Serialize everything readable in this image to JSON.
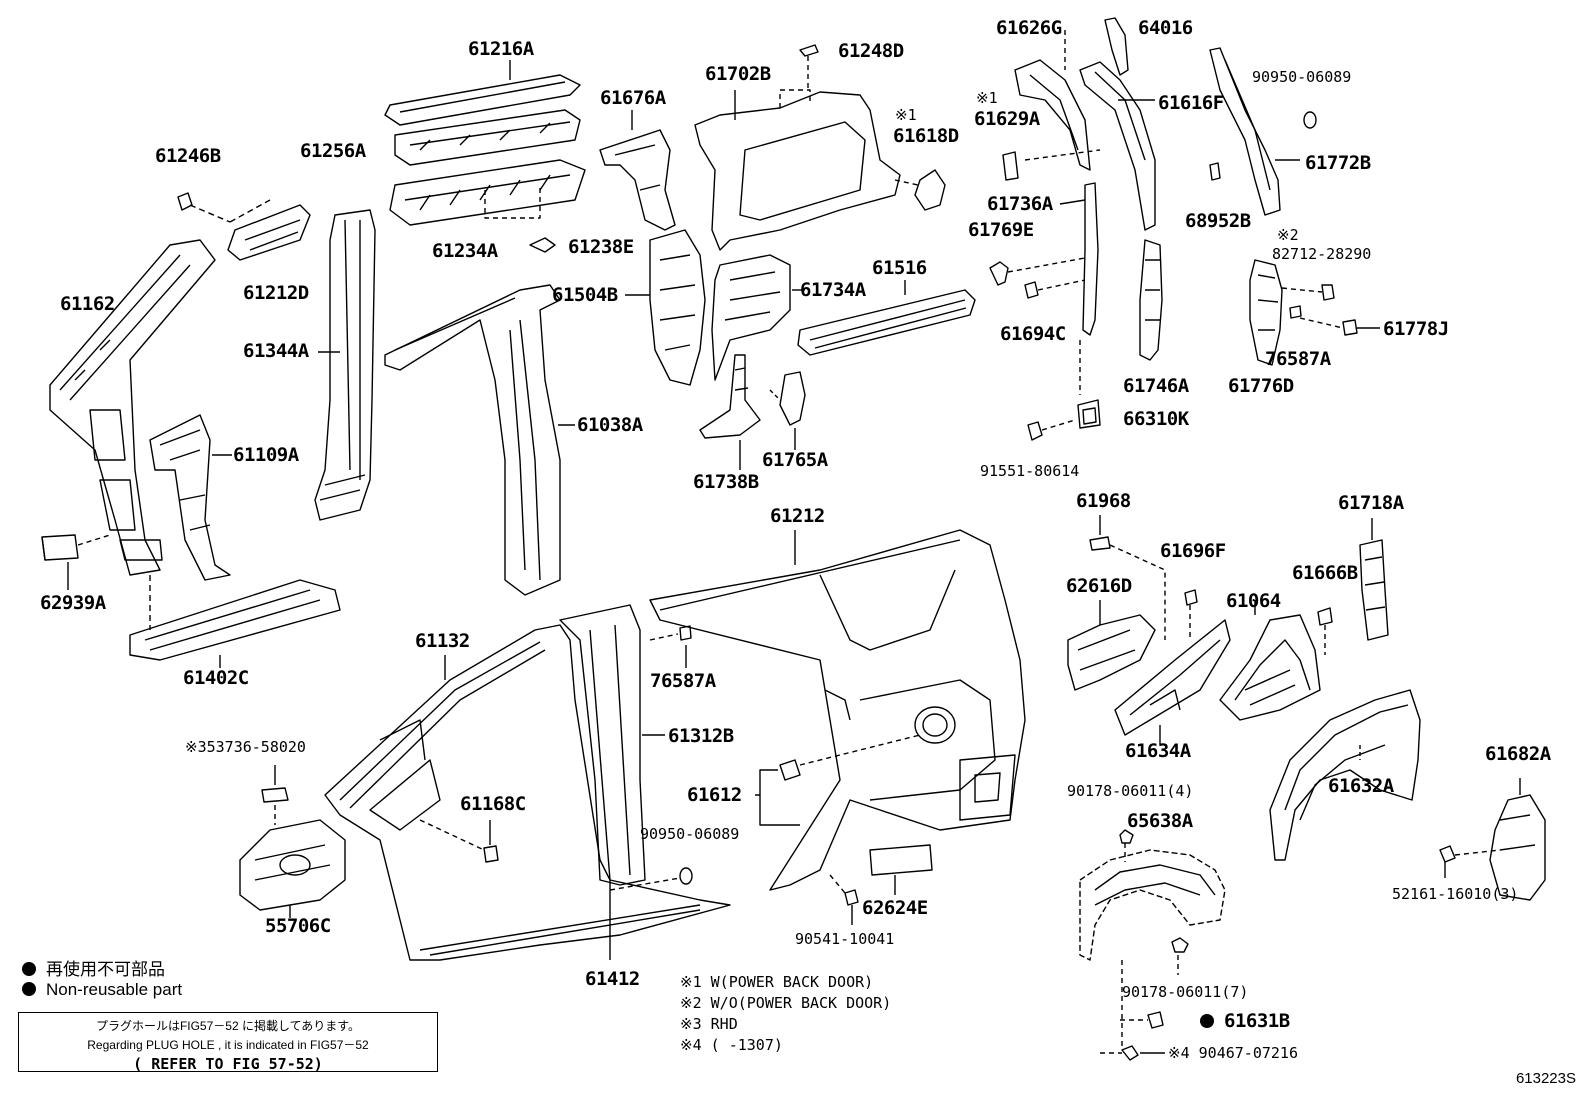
{
  "diagram": {
    "labels": {
      "p61216A": "61216A",
      "p61248D": "61248D",
      "p61702B": "61702B",
      "p61676A": "61676A",
      "p61246B": "61246B",
      "p61256A": "61256A",
      "p61618D_mark": "※1",
      "p61618D": "61618D",
      "p61234A": "61234A",
      "p61238E": "61238E",
      "p61212D": "61212D",
      "p61162": "61162",
      "p61344A": "61344A",
      "p61504B": "61504B",
      "p61734A": "61734A",
      "p61516": "61516",
      "p61109A": "61109A",
      "p61038A": "61038A",
      "p61738B": "61738B",
      "p61765A": "61765A",
      "p62939A": "62939A",
      "p61402C": "61402C",
      "p61626G": "61626G",
      "p64016": "64016",
      "p90950_06089_a": "90950-06089",
      "p61629A_mark": "※1",
      "p61629A": "61629A",
      "p61616F": "61616F",
      "p61772B": "61772B",
      "p61736A": "61736A",
      "p68952B": "68952B",
      "p61769E": "61769E",
      "p82712_mark": "※2",
      "p82712_28290": "82712-28290",
      "p61694C": "61694C",
      "p61778J": "61778J",
      "p61746A": "61746A",
      "p76587A_a": "76587A",
      "p61776D": "61776D",
      "p66310K": "66310K",
      "p91551_80614": "91551-80614",
      "p61968": "61968",
      "p61718A": "61718A",
      "p61696F": "61696F",
      "p61666B": "61666B",
      "p62616D": "62616D",
      "p61064": "61064",
      "p61634A": "61634A",
      "p61632A": "61632A",
      "p61212": "61212",
      "p61132": "61132",
      "p76587A_b": "76587A",
      "p61312B": "61312B",
      "p53736_58020": "※353736-58020",
      "p61168C": "61168C",
      "p61612": "61612",
      "p90950_06089_b": "90950-06089",
      "p55706C": "55706C",
      "p62624E": "62624E",
      "p90541_10041": "90541-10041",
      "p61412": "61412",
      "p90178_06011_4": "90178-06011(4)",
      "p65638A": "65638A",
      "p90178_06011_7": "90178-06011(7)",
      "p61631B": "61631B",
      "p90467_07216": "※4 90467-07216",
      "p61682A": "61682A",
      "p52161_16010": "52161-16010(3)"
    },
    "notes": {
      "n1": "※1 W(POWER BACK DOOR)",
      "n2": "※2 W/O(POWER BACK DOOR)",
      "n3": "※3 RHD",
      "n4": "※4 (      -1307)"
    },
    "legend": {
      "jp": "再使用不可部品",
      "en": "Non-reusable part"
    },
    "refbox": {
      "line1": "プラグホールはFIG57－52 に掲載してあります。",
      "line2": "Regarding PLUG HOLE , it is indicated in FIG57－52",
      "line3": "( REFER TO FIG 57-52)"
    },
    "figure_id": "613223S"
  }
}
